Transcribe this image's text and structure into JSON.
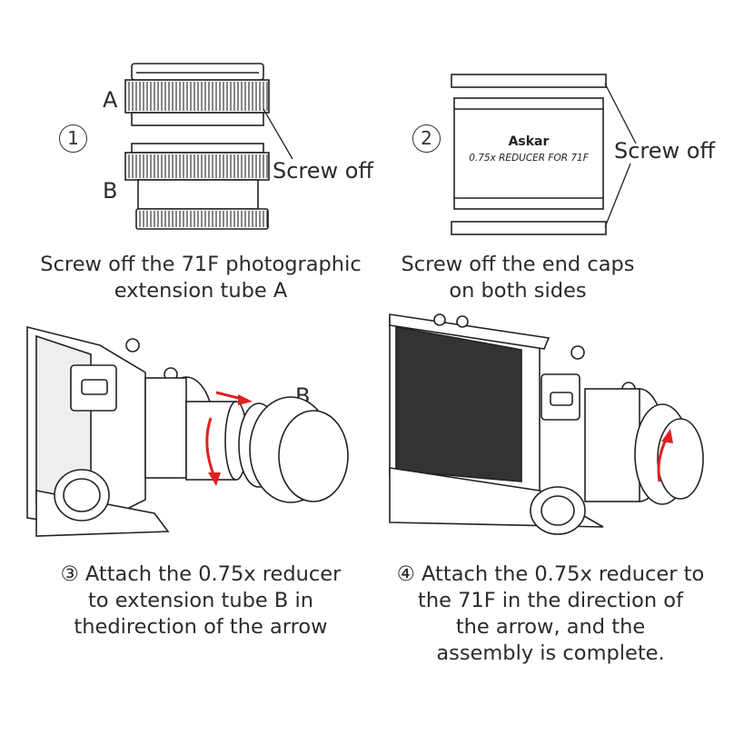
{
  "steps": [
    {
      "number": "1",
      "part_a_label": "A",
      "part_b_label": "B",
      "callout": "Screw off",
      "caption_lines": [
        "Screw off the 71F photographic",
        "extension tube A"
      ]
    },
    {
      "number": "2",
      "brand": "Askar",
      "product_text": "0.75x REDUCER FOR 71F",
      "callout": "Screw off",
      "caption_lines": [
        "Screw off the end caps",
        "on both sides"
      ]
    },
    {
      "number": "③",
      "part_label": "B",
      "caption_lines": [
        "③ Attach the 0.75x reducer",
        "to extension tube B in",
        "thedirection of the arrow"
      ]
    },
    {
      "number": "④",
      "caption_lines": [
        "④ Attach the 0.75x reducer to",
        "the 71F in the direction of",
        "the arrow, and the",
        "assembly is complete."
      ]
    }
  ],
  "colors": {
    "line": "#222222",
    "arrow": "#e02020",
    "metal": "#ffffff"
  }
}
